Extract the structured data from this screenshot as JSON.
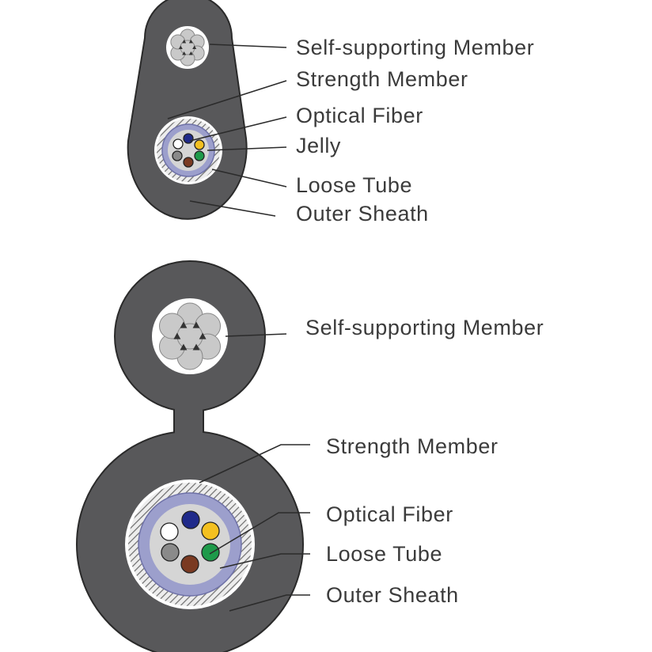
{
  "colors": {
    "sheath": "#58585a",
    "sheath_outline": "#2a2a2a",
    "strand": "#c9c9c9",
    "armor": "#d8d8d8",
    "tube": "#9c9fcc",
    "tube_outline": "#6f72a8",
    "jelly": "#d5d5d5",
    "label_text": "#3b3b3b"
  },
  "top_cable": {
    "labels": {
      "self_supporting": "Self-supporting Member",
      "strength": "Strength Member",
      "optical_fiber": "Optical Fiber",
      "jelly": "Jelly",
      "loose_tube": "Loose Tube",
      "outer_sheath": "Outer Sheath"
    },
    "fibers": [
      {
        "name": "white",
        "color": "#ffffff"
      },
      {
        "name": "blue",
        "color": "#1f2a8a"
      },
      {
        "name": "yellow",
        "color": "#f3c020"
      },
      {
        "name": "gray",
        "color": "#8a8a8a"
      },
      {
        "name": "brown",
        "color": "#7a3a22"
      },
      {
        "name": "green",
        "color": "#1e9a4a"
      }
    ]
  },
  "bottom_cable": {
    "labels": {
      "self_supporting": "Self-supporting Member",
      "strength": "Strength Member",
      "optical_fiber": "Optical Fiber",
      "loose_tube": "Loose Tube",
      "outer_sheath": "Outer Sheath"
    },
    "fibers": [
      {
        "name": "white",
        "color": "#ffffff"
      },
      {
        "name": "blue",
        "color": "#1f2a8a"
      },
      {
        "name": "yellow",
        "color": "#f3c020"
      },
      {
        "name": "gray",
        "color": "#8a8a8a"
      },
      {
        "name": "brown",
        "color": "#7a3a22"
      },
      {
        "name": "green",
        "color": "#1e9a4a"
      }
    ]
  }
}
